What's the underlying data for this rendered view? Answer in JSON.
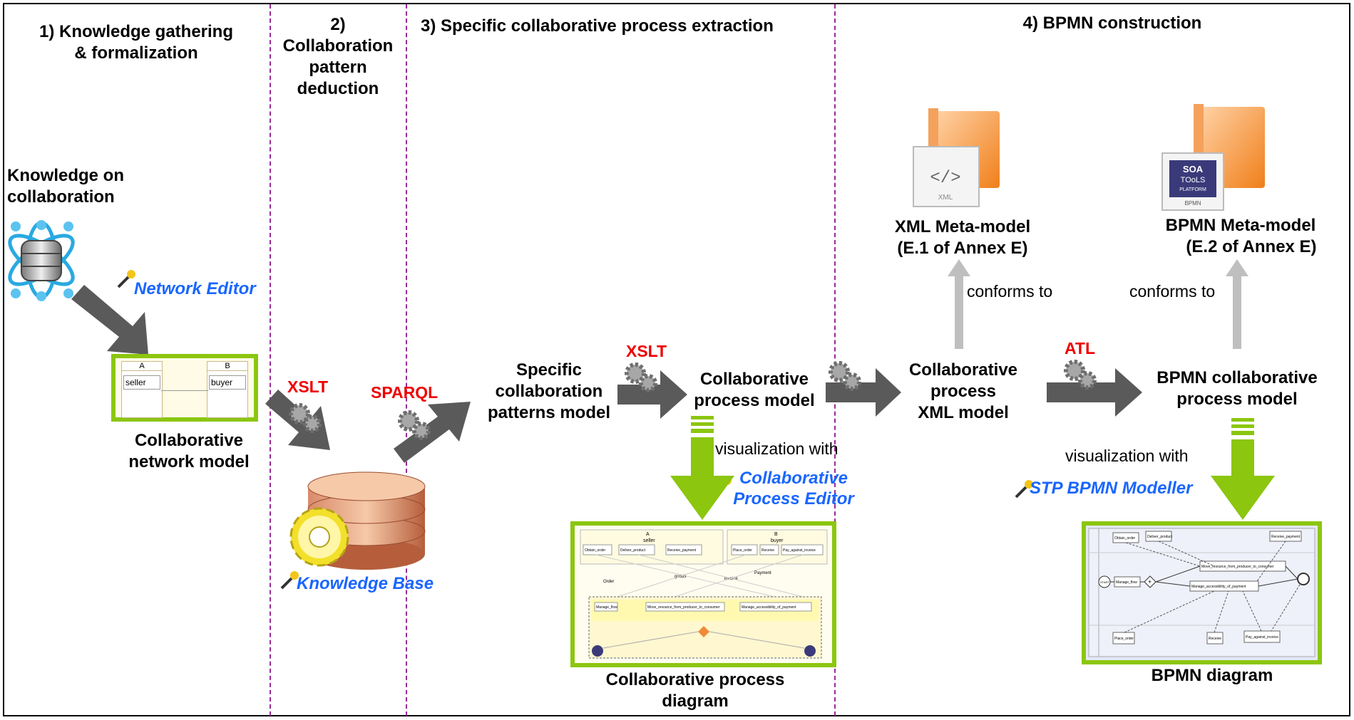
{
  "phases": {
    "p1": [
      "1) Knowledge gathering",
      "& formalization"
    ],
    "p2": [
      "2)",
      "Collaboration",
      "pattern",
      "deduction"
    ],
    "p3": "3) Specific collaborative process extraction",
    "p4": "4) BPMN construction"
  },
  "nodes": {
    "knowledge": [
      "Knowledge on",
      "collaboration"
    ],
    "network_model": [
      "Collaborative",
      "network model"
    ],
    "patterns_model": [
      "Specific",
      "collaboration",
      "patterns model"
    ],
    "cp_model": [
      "Collaborative",
      "process model"
    ],
    "cp_xml": [
      "Collaborative",
      "process",
      "XML model"
    ],
    "bpmn_cp": [
      "BPMN collaborative",
      "process model"
    ],
    "xml_meta": [
      "XML Meta-model",
      "(E.1 of Annex E)"
    ],
    "bpmn_meta": [
      "BPMN Meta-model",
      "(E.2 of Annex E)"
    ],
    "cp_diagram": [
      "Collaborative process",
      "diagram"
    ],
    "bpmn_diagram": "BPMN diagram"
  },
  "transforms": {
    "xslt1": "XSLT",
    "sparql": "SPARQL",
    "xslt2": "XSLT",
    "atl": "ATL"
  },
  "tools": {
    "network_editor": "Network Editor",
    "knowledge_base": "Knowledge Base",
    "cp_editor": [
      "Collaborative",
      "Process Editor"
    ],
    "stp": "STP BPMN Modeller"
  },
  "relations": {
    "conforms1": "conforms to",
    "conforms2": "conforms to",
    "vis1": "visualization with",
    "vis2": "visualization with"
  },
  "network_thumb": {
    "role_a": "A",
    "role_b": "B",
    "seller": "seller",
    "buyer": "buyer"
  },
  "icons": {
    "xml_file": "XML",
    "soa_file": [
      "SOA",
      "TOoLS",
      "PLATFORM",
      "BPMN"
    ]
  },
  "cp_thumb": {
    "labels": [
      "A",
      "seller",
      "B",
      "buyer",
      "Obtain_order",
      "Deliver_product",
      "Receive_payment",
      "Place_order",
      "Receive",
      "Pay_against_invoice",
      "Order",
      "goods",
      "invoice",
      "Payment",
      "Manage_flow",
      "Move_resource_from_producer_to_consumer",
      "Manage_accessibility_of_payment"
    ]
  },
  "bpmn_thumb": {
    "labels": [
      "Obtain_order",
      "Deliver_product",
      "Receive_payment",
      "Move_resource_from_producer_to_consumer",
      "Manage_accessibility_of_payment",
      "Manage_flow",
      "START",
      "Place_order",
      "Receive",
      "Pay_against_invoice"
    ]
  },
  "colors": {
    "arrow_gray": "#5a5a5a",
    "arrow_light": "#bfbfbf",
    "arrow_green": "#8cc60f",
    "divider": "#9a2a9a",
    "label_red": "#ee0000",
    "tool_blue": "#1a66ff"
  }
}
